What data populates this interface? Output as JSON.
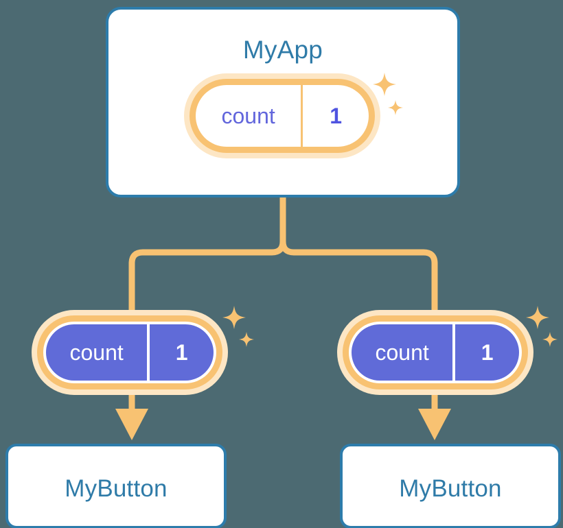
{
  "diagram": {
    "title_node": "MyApp",
    "background_color": "#4c6a72",
    "accent_blue": "#2d7cab",
    "accent_orange": "#f8c272",
    "accent_purple": "#606bd8"
  },
  "app": {
    "label": "MyApp",
    "state": {
      "key": "count",
      "value": "1"
    }
  },
  "children": [
    {
      "label": "MyButton",
      "state": {
        "key": "count",
        "value": "1"
      }
    },
    {
      "label": "MyButton",
      "state": {
        "key": "count",
        "value": "1"
      }
    }
  ],
  "icons": {
    "sparkle_large": "sparkle-icon",
    "sparkle_small": "sparkle-small-icon",
    "arrow_down": "arrow-down-icon",
    "branch": "branch-connector-icon"
  }
}
